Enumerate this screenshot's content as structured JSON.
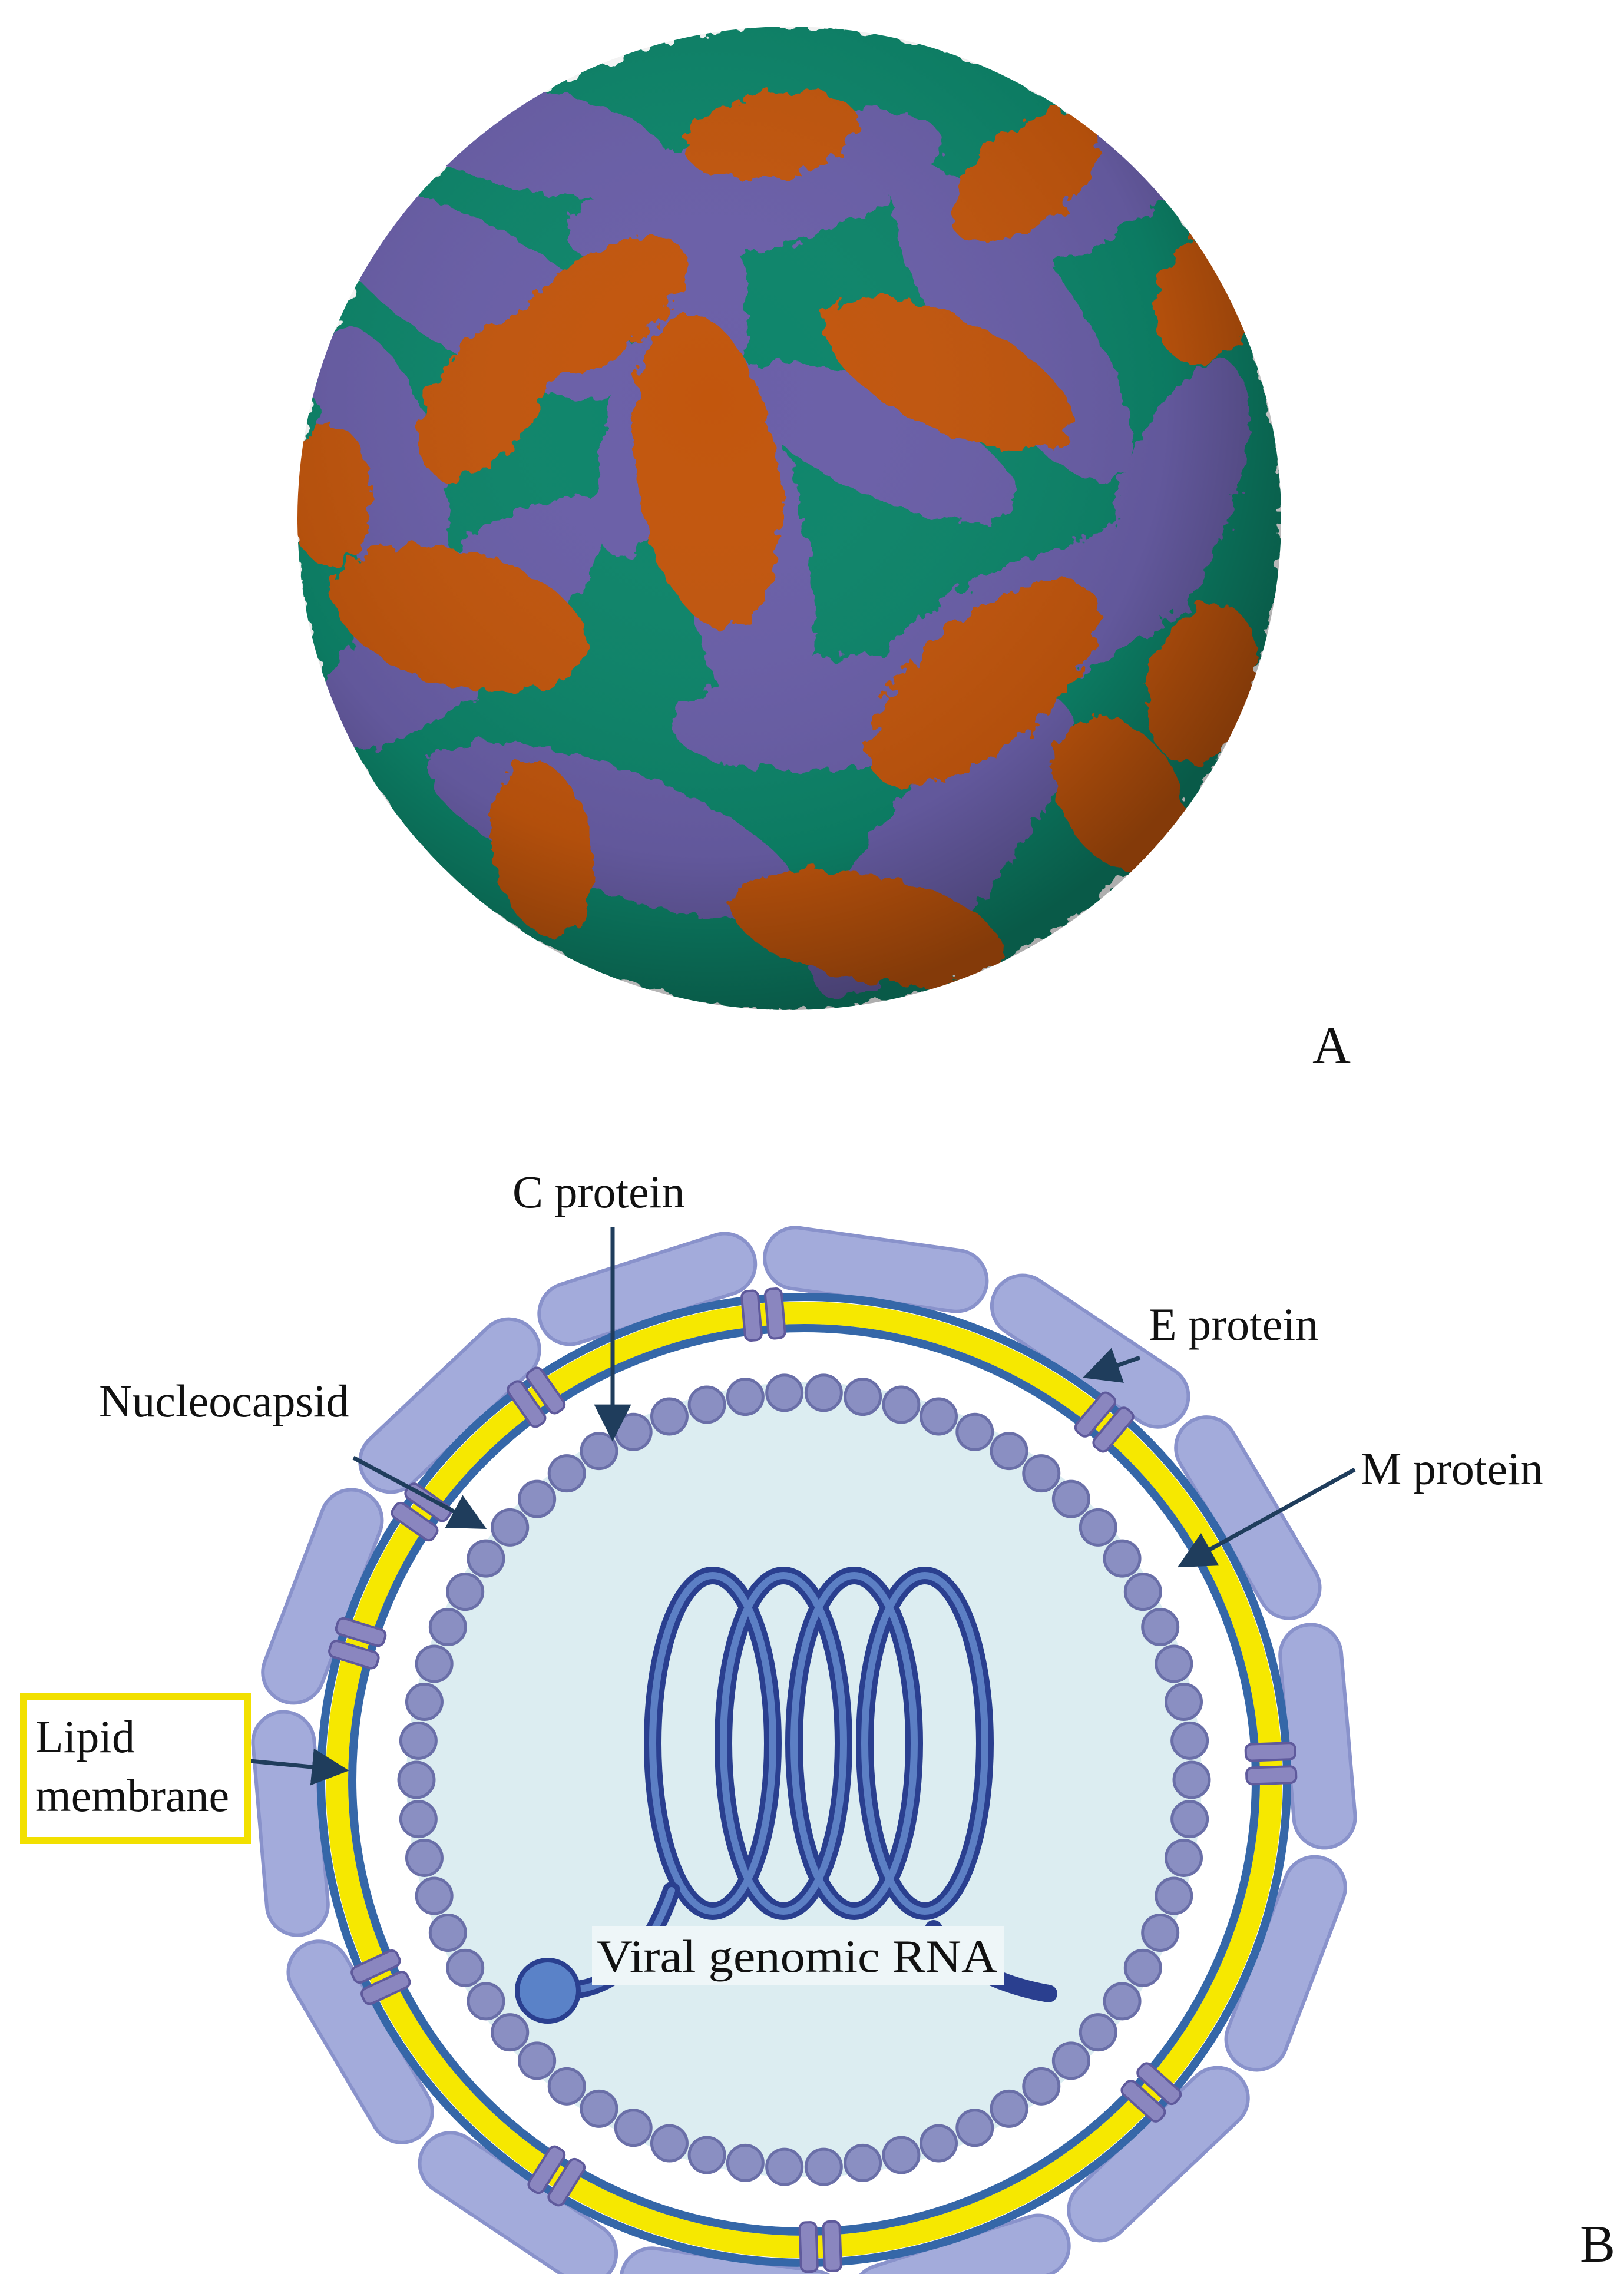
{
  "panels": {
    "a_letter": "A",
    "b_letter": "B"
  },
  "labels": {
    "c_protein": "C protein",
    "e_protein": "E protein",
    "m_protein": "M protein",
    "nucleocapsid": "Nucleocapsid",
    "lipid_line1": "Lipid",
    "lipid_line2": "membrane",
    "rna": "Viral genomic RNA"
  },
  "colors": {
    "orange": "#c2560e",
    "green": "#11856a",
    "purple": "#6a5fa8",
    "lipid_yellow": "#f6e800",
    "membrane_blue": "#3567a8",
    "interior": "#dcedf1",
    "e_protein_fill": "#9aa3d8",
    "capsid_bead": "#8a8fc2",
    "rna_blue": "#2a3f8f",
    "lipid_box": "#f2e000"
  }
}
